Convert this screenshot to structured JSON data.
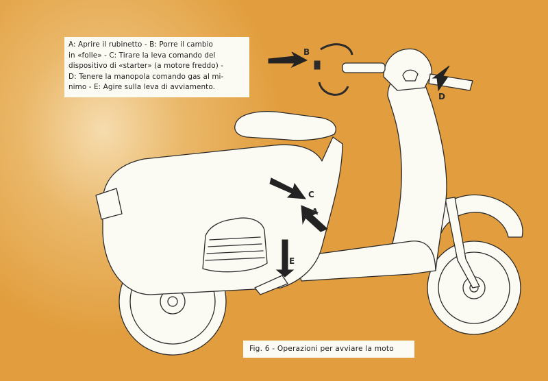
{
  "instructions": {
    "lines": [
      "A: Aprire il rubinetto - B: Porre il cambio",
      "in «folle» - C: Tirare la leva comando del",
      "dispositivo di «starter» (a motore freddo) -",
      "D: Tenere la manopola comando gas al mi-",
      "nimo - E: Agire sulla leva di avviamento."
    ]
  },
  "figure_caption": "Fig. 6 - Operazioni per avviare la moto",
  "callouts": {
    "a": "A",
    "b": "B",
    "c": "C",
    "d": "D",
    "e": "E"
  },
  "colors": {
    "background": "#e29e3e",
    "paper": "#fbfaf3",
    "ink": "#1e1e1e"
  }
}
